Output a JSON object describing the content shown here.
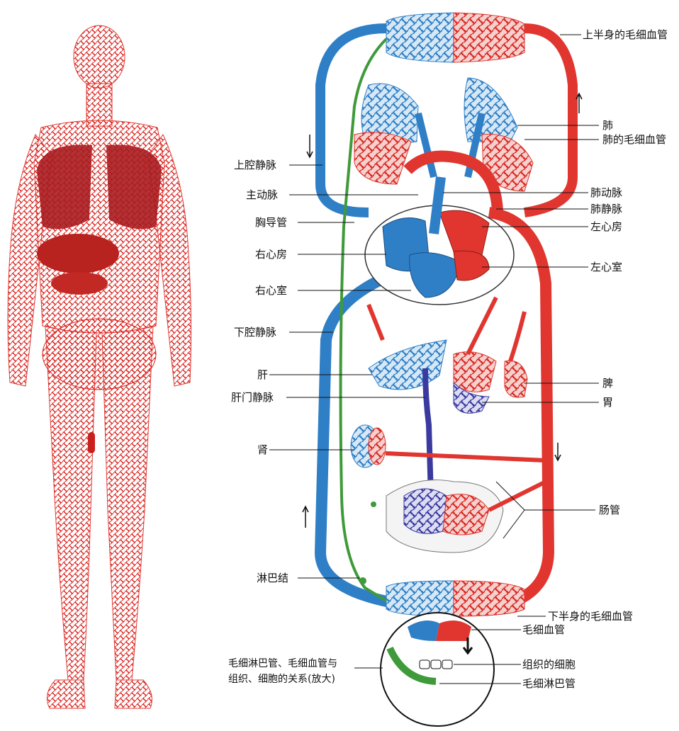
{
  "labels": {
    "upper_capillaries": "上半身的毛细血管",
    "lung": "肺",
    "lung_capillaries": "肺的毛细血管",
    "superior_vena_cava": "上腔静脉",
    "aorta": "主动脉",
    "pulmonary_artery": "肺动脉",
    "pulmonary_vein": "肺静脉",
    "thoracic_duct": "胸导管",
    "left_atrium": "左心房",
    "right_atrium": "右心房",
    "left_ventricle": "左心室",
    "right_ventricle": "右心室",
    "inferior_vena_cava": "下腔静脉",
    "liver": "肝",
    "spleen": "脾",
    "portal_vein": "肝门静脉",
    "stomach": "胃",
    "kidney": "肾",
    "intestine": "肠管",
    "lymph_node": "淋巴结",
    "lower_capillaries": "下半身的毛细血管",
    "capillary": "毛细血管",
    "inset_caption": "毛细淋巴管、毛细血管与\n组织、细胞的关系(放大)",
    "tissue_cells": "组织的细胞",
    "lymph_capillary": "毛细淋巴管"
  },
  "colors": {
    "artery_red": "#e0362f",
    "vein_blue": "#2f7fc6",
    "portal_purple": "#3b3aa0",
    "lymph_green": "#3f9a3a",
    "body_red": "#d9221e"
  }
}
